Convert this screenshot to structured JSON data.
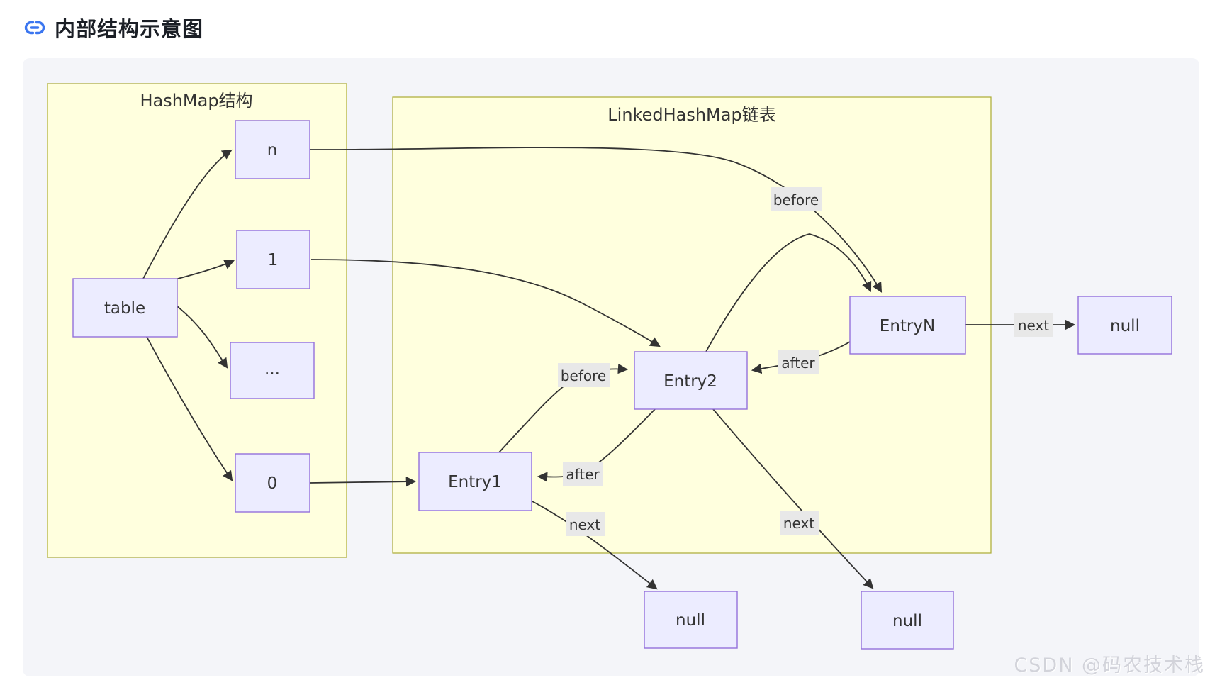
{
  "header": {
    "title": "内部结构示意图",
    "icon": "link-icon"
  },
  "watermark": {
    "text": "CSDN @码农技术栈"
  },
  "diagram": {
    "subgraphs": [
      {
        "id": "hashmap",
        "title": "HashMap结构"
      },
      {
        "id": "linkedhashmap",
        "title": "LinkedHashMap链表"
      }
    ],
    "nodes": [
      {
        "id": "table",
        "label": "table"
      },
      {
        "id": "n",
        "label": "n"
      },
      {
        "id": "one",
        "label": "1"
      },
      {
        "id": "dots",
        "label": "..."
      },
      {
        "id": "zero",
        "label": "0"
      },
      {
        "id": "Entry1",
        "label": "Entry1"
      },
      {
        "id": "Entry2",
        "label": "Entry2"
      },
      {
        "id": "EntryN",
        "label": "EntryN"
      },
      {
        "id": "null_right",
        "label": "null"
      },
      {
        "id": "null_bottom_left",
        "label": "null"
      },
      {
        "id": "null_bottom_right",
        "label": "null"
      }
    ],
    "edges": [
      {
        "from": "table",
        "to": "n",
        "label": ""
      },
      {
        "from": "table",
        "to": "one",
        "label": ""
      },
      {
        "from": "table",
        "to": "dots",
        "label": ""
      },
      {
        "from": "table",
        "to": "zero",
        "label": ""
      },
      {
        "from": "zero",
        "to": "Entry1",
        "label": ""
      },
      {
        "from": "n",
        "to": "EntryN",
        "label": ""
      },
      {
        "from": "one",
        "to": "Entry2",
        "label": ""
      },
      {
        "from": "Entry1",
        "to": "Entry2",
        "label": "before"
      },
      {
        "from": "Entry2",
        "to": "EntryN",
        "label": "before"
      },
      {
        "from": "EntryN",
        "to": "Entry2",
        "label": "after"
      },
      {
        "from": "Entry2",
        "to": "Entry1",
        "label": "after"
      },
      {
        "from": "EntryN",
        "to": "null_right",
        "label": "next"
      },
      {
        "from": "Entry1",
        "to": "null_bottom_left",
        "label": "next"
      },
      {
        "from": "Entry2",
        "to": "null_bottom_right",
        "label": "next"
      }
    ],
    "colors": {
      "node_fill": "#ececff",
      "node_stroke": "#9370db",
      "subgraph_fill": "#ffffde",
      "subgraph_stroke": "#aaaa33",
      "edge": "#333333",
      "edge_label_bg": "#e8e8e8",
      "panel_bg": "#f4f5f9",
      "title_icon": "#3b76f0"
    }
  }
}
